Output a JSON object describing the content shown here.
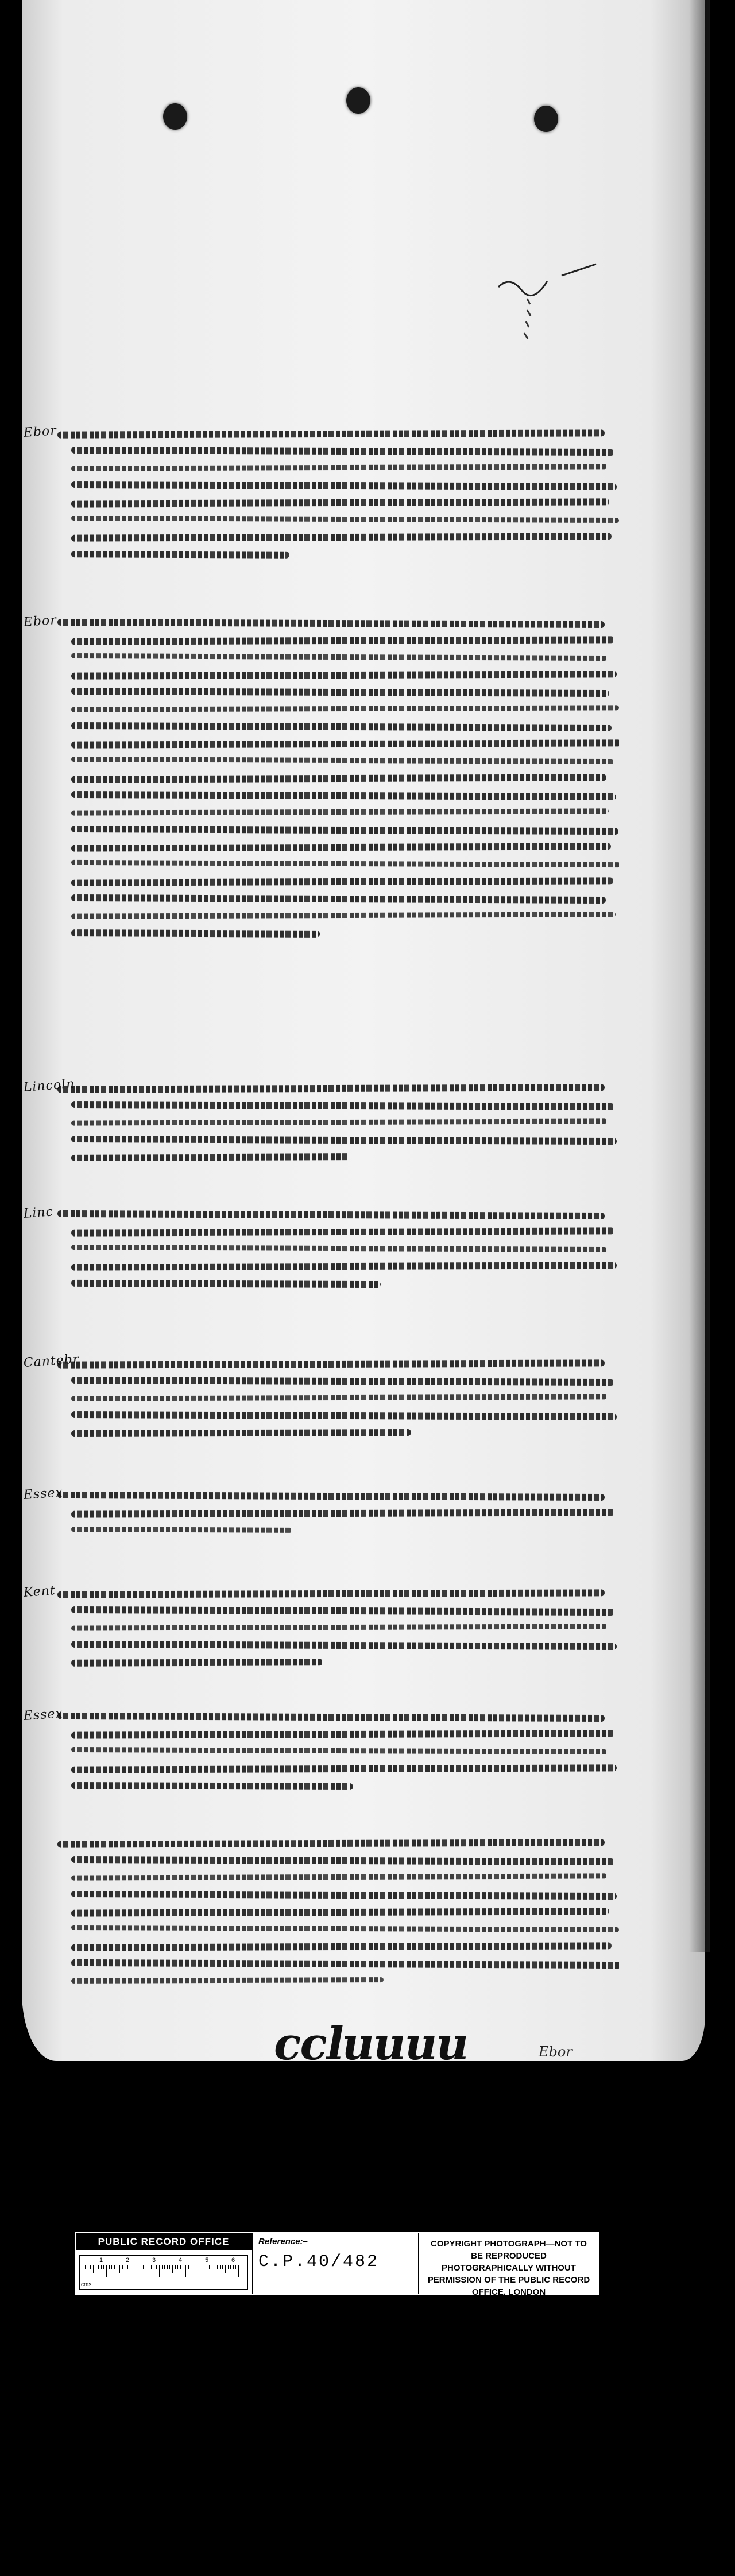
{
  "document": {
    "type": "medieval plea roll membrane (photograph)",
    "margin_notes": [
      "Ebor",
      "Ebor",
      "Lincoln",
      "Linc",
      "Cantebr",
      "Essex",
      "Kent",
      "Essex"
    ],
    "footer_mark": "ccluuuu",
    "footer_small": "Ebor"
  },
  "label": {
    "office": "PUBLIC RECORD OFFICE",
    "reference_label": "Reference:–",
    "reference_value": "C.P.40/482",
    "scale_numbers": [
      "1",
      "2",
      "3",
      "4",
      "5",
      "6"
    ],
    "scale_unit": "cms",
    "copyright": "COPYRIGHT PHOTOGRAPH—NOT TO BE REPRODUCED PHOTOGRAPHICALLY WITHOUT PERMISSION OF THE PUBLIC RECORD OFFICE, LONDON"
  }
}
